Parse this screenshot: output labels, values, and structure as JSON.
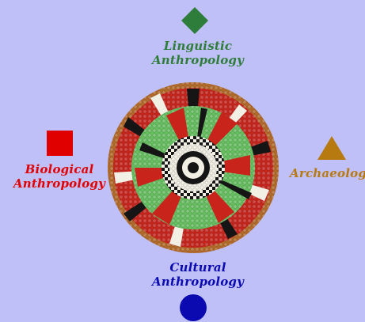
{
  "colors": {
    "background": "#c0c0f8",
    "linguistic": "#2e7d3a",
    "biological": "#e00000",
    "archaeology": "#b77a10",
    "cultural": "#0a0ab0",
    "basket_rim": "#b46a28",
    "basket_red": "#c8241c",
    "basket_green": "#66c060",
    "basket_white": "#f2efe4",
    "basket_black": "#151515"
  },
  "icons": {
    "linguistic": "diamond-icon",
    "biological": "square-icon",
    "archaeology": "triangle-icon",
    "cultural": "circle-icon"
  },
  "labels": {
    "linguistic": {
      "line1": "Linguistic",
      "line2": "Anthropology"
    },
    "biological": {
      "line1": "Biological",
      "line2": "Anthropology"
    },
    "archaeology": {
      "line1": "Archaeology"
    },
    "cultural": {
      "line1": "Cultural",
      "line2": "Anthropology"
    }
  }
}
